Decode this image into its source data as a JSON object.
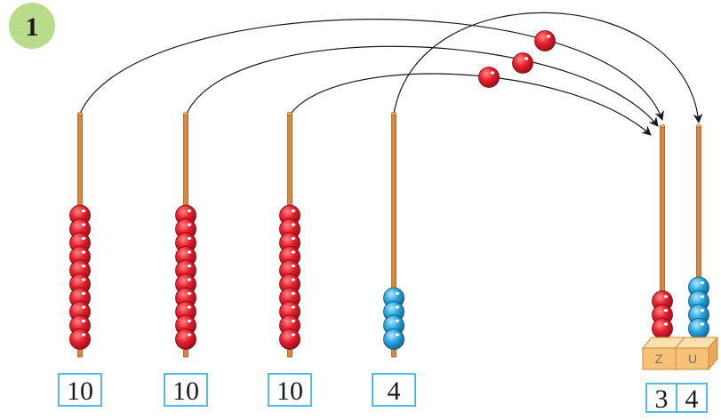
{
  "exercise": {
    "number": "1"
  },
  "colors": {
    "tens_bead": "#e8202e",
    "units_bead": "#2aa7df",
    "rod": "#d9873f",
    "box_border": "#55b9e6"
  },
  "rods": [
    {
      "beads": 10,
      "bead_color": "red",
      "label": "10"
    },
    {
      "beads": 10,
      "bead_color": "red",
      "label": "10"
    },
    {
      "beads": 10,
      "bead_color": "red",
      "label": "10"
    },
    {
      "beads": 4,
      "bead_color": "blue",
      "label": "4"
    }
  ],
  "result_abacus": {
    "tens": {
      "label": "Z",
      "beads": 3,
      "bead_color": "red",
      "digit": "3"
    },
    "units": {
      "label": "U",
      "beads": 4,
      "bead_color": "blue",
      "digit": "4"
    }
  },
  "flying_beads": 3
}
